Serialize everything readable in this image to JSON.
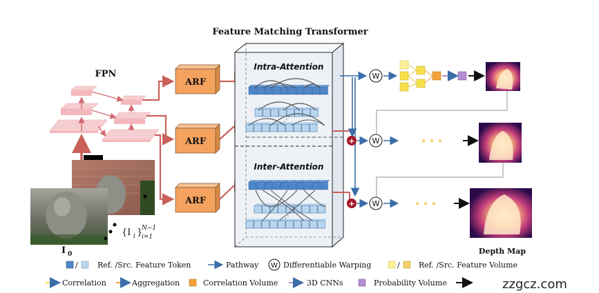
{
  "title": "Feature Matching Transformer",
  "fpn_label": "FPN",
  "arf_label": "ARF",
  "intra_label": "Intra-Attention",
  "inter_label": "Inter-Attention",
  "warp_symbol": "W",
  "plus_symbol": "+",
  "ellipsis": "• • •",
  "ref_image_label": "I",
  "ref_image_sub": "0",
  "src_set_label": "{I",
  "src_set_sub": "i",
  "src_set_close": "}",
  "src_set_sup": "N−1",
  "src_set_lower": "i=1",
  "depth_map_label": "Depth Map",
  "legend": {
    "token_sep": "/",
    "token": "Ref. /Src. Feature Token",
    "pathway": "Pathway",
    "warping_symbol": "W",
    "warping": "Differentiable Warping",
    "volume_sep": "/",
    "volume": "Ref. /Src. Feature Volume",
    "correlation": "Correlation",
    "aggregation": "Aggregation",
    "corr_volume": "Correlation Volume",
    "cnn3d": "3D CNNs",
    "prob_volume": "Probability Volume"
  },
  "watermark": "zzgcz.com",
  "colors": {
    "pink_layer": "#f3b8bc",
    "red_arrow": "#c9605a",
    "arf_fill": "#f4a25e",
    "token_ref": "#4e86c9",
    "token_src": "#b7d5ee",
    "transformer_fill": "#eef2f7",
    "plus_fill": "#a3162a",
    "yellow": "#f7e04a",
    "orange": "#f4a23a",
    "purple": "#b48fd0"
  }
}
